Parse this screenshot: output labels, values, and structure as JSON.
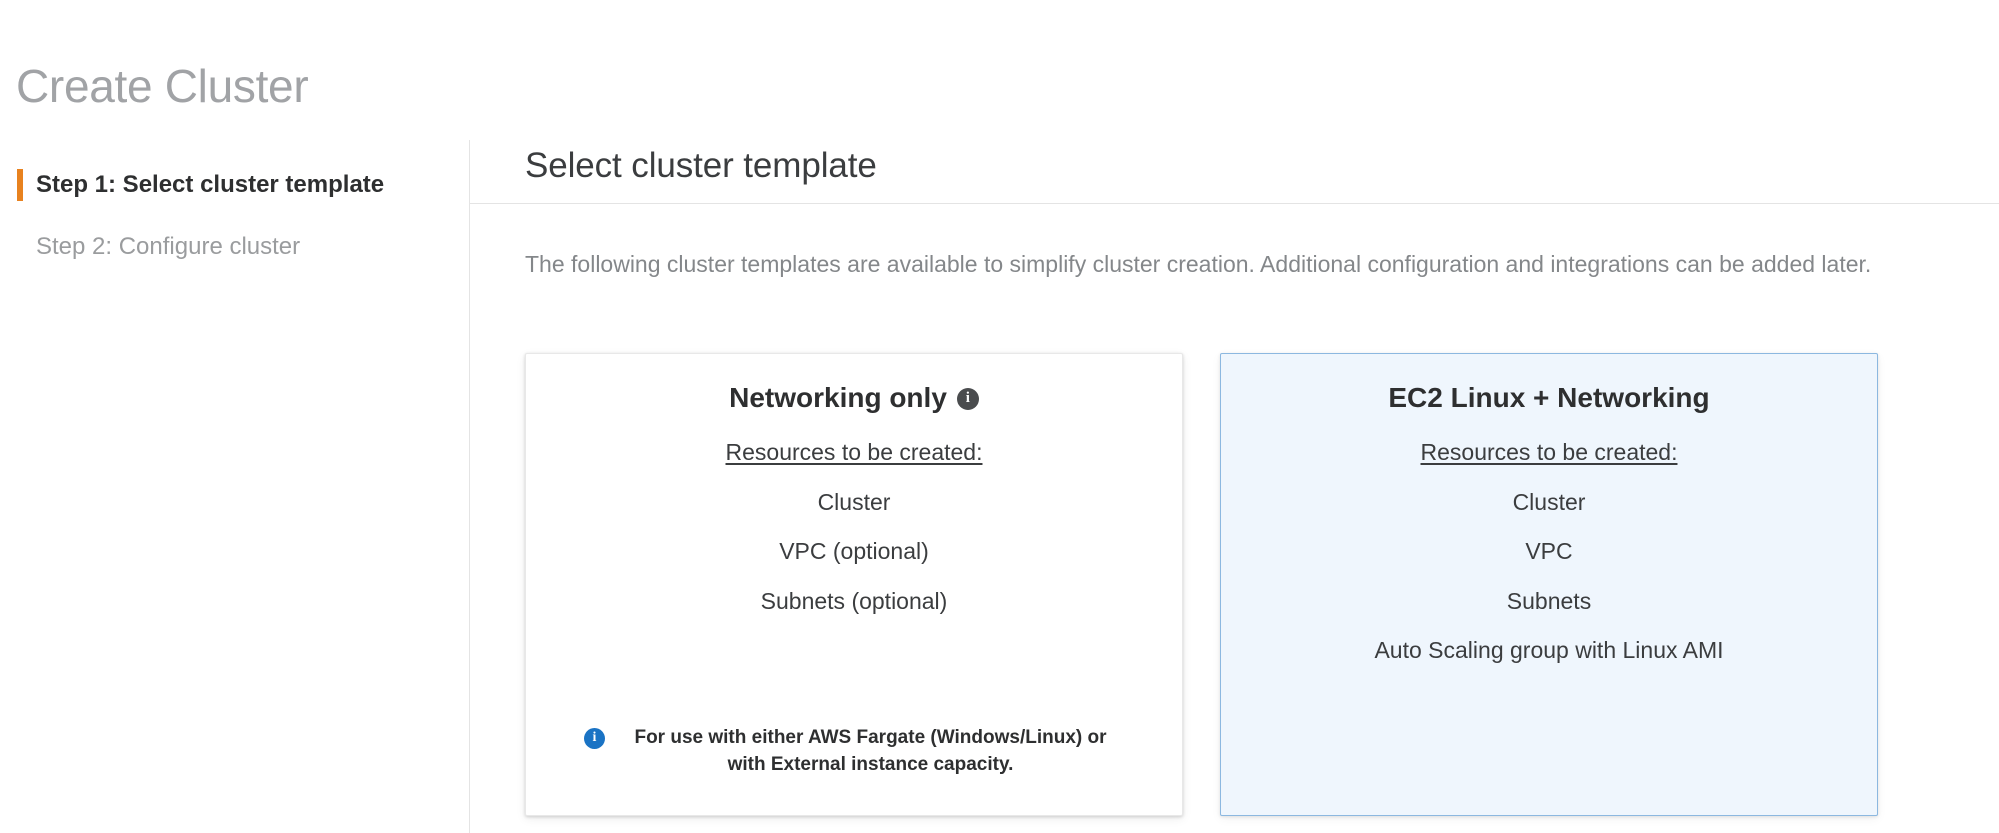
{
  "page": {
    "title": "Create Cluster"
  },
  "sidebar": {
    "steps": [
      {
        "label": "Step 1: Select cluster template",
        "active": true
      },
      {
        "label": "Step 2: Configure cluster",
        "active": false
      }
    ]
  },
  "main": {
    "section_title": "Select cluster template",
    "description": "The following cluster templates are available to simplify cluster creation. Additional configuration and integrations can be added later.",
    "resources_heading": "Resources to be created:",
    "cards": [
      {
        "title": "Networking only",
        "has_title_info_icon": true,
        "title_info_icon": "info-icon",
        "selected": false,
        "resources": [
          "Cluster",
          "VPC (optional)",
          "Subnets (optional)"
        ],
        "note": "For use with either AWS Fargate (Windows/Linux) or with External instance capacity.",
        "note_icon": "info-icon"
      },
      {
        "title": "EC2 Linux + Networking",
        "has_title_info_icon": false,
        "selected": true,
        "resources": [
          "Cluster",
          "VPC",
          "Subnets",
          "Auto Scaling group with Linux AMI"
        ],
        "note": "",
        "note_icon": ""
      }
    ]
  },
  "colors": {
    "accent_orange": "#e8821f",
    "selected_card_background": "#eff6fd",
    "selected_card_border": "#8cb8e0",
    "info_icon_blue": "#1a73c4",
    "info_icon_dark": "#4a4c4e",
    "title_gray": "#a1a3a6",
    "body_gray": "#84878a"
  },
  "icons": {
    "info_glyph": "i"
  }
}
